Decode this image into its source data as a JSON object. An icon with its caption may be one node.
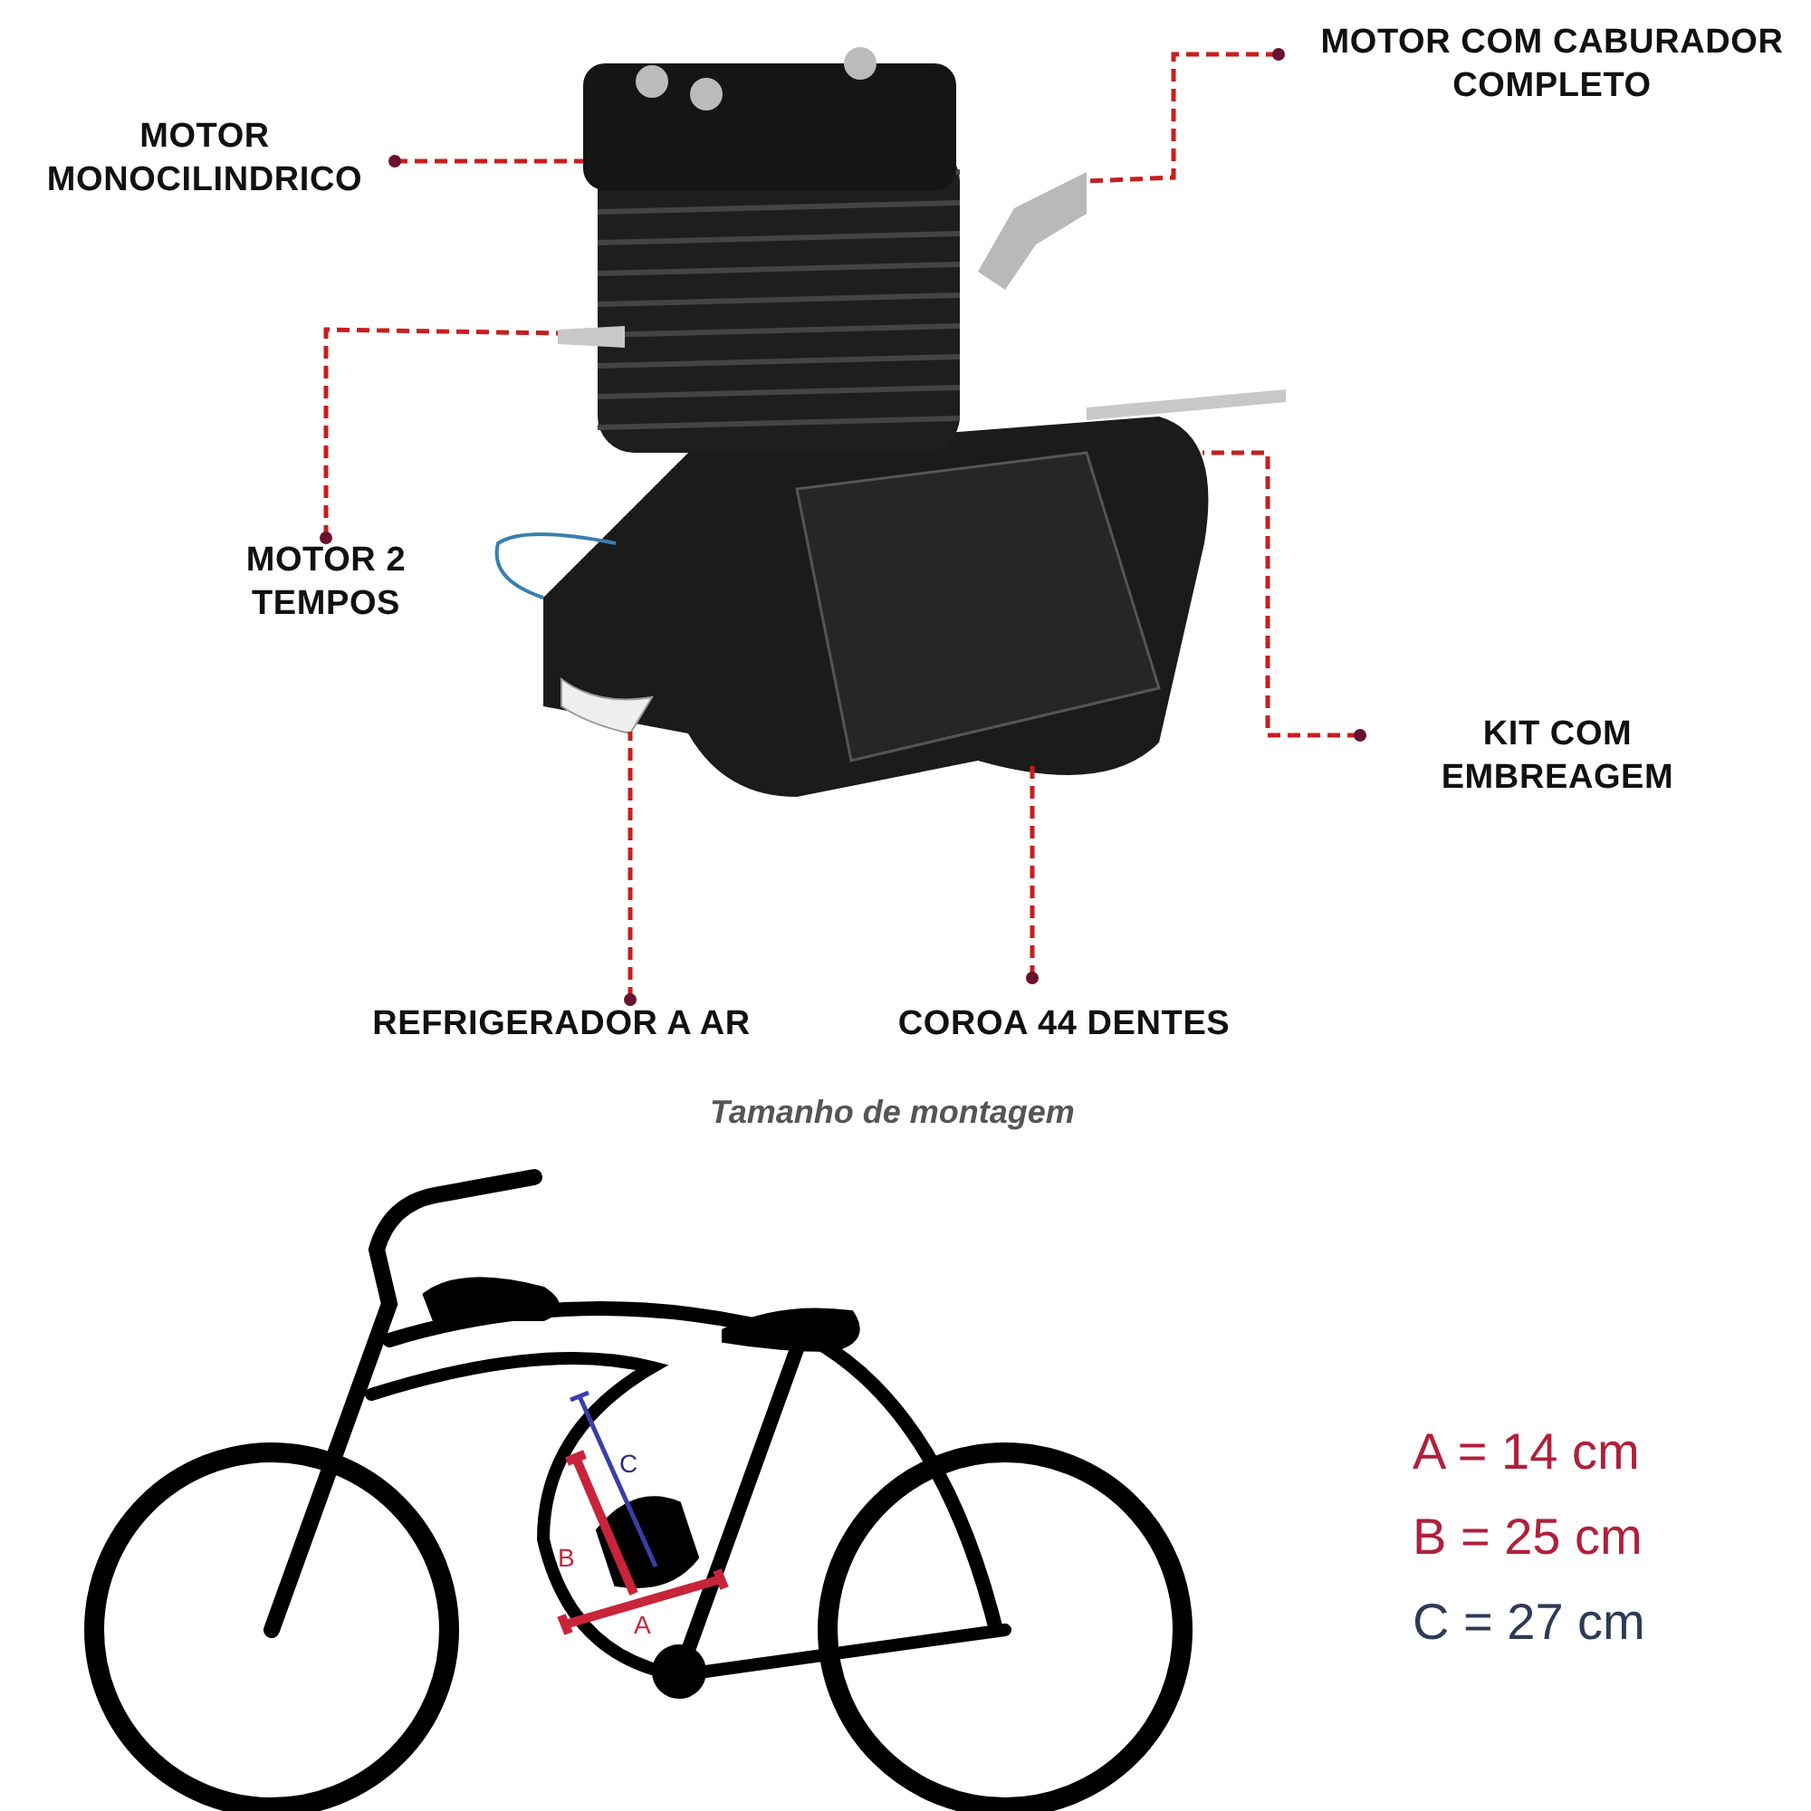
{
  "diagram": {
    "nodes": [
      {
        "text": [
          "MOTOR COM CABURADOR COMPLETO"
        ]
      },
      {
        "text": [
          "MOTOR MONOCILINDRICO"
        ]
      },
      {
        "text": [
          "MOTOR 2 TEMPOS"
        ]
      },
      {
        "text": [
          "KIT COM EMBREAGEM"
        ]
      },
      {
        "text": [
          "REFRIGERADOR A AR"
        ]
      },
      {
        "text": [
          "COROA 44 DENTES"
        ]
      }
    ],
    "edges": [
      {
        "from": 0,
        "to": null,
        "arrow": "other",
        "style": "dashed",
        "color": "#c81e1e"
      },
      {
        "from": 1,
        "to": null,
        "arrow": "other",
        "style": "dashed",
        "color": "#c81e1e"
      },
      {
        "from": 2,
        "to": null,
        "arrow": "other",
        "style": "dashed",
        "color": "#c81e1e"
      },
      {
        "from": 3,
        "to": null,
        "arrow": "other",
        "style": "dashed",
        "color": "#c81e1e"
      },
      {
        "from": 4,
        "to": null,
        "arrow": "other",
        "style": "dashed",
        "color": "#c81e1e"
      },
      {
        "from": 5,
        "to": null,
        "arrow": "other",
        "style": "dashed",
        "color": "#c81e1e"
      }
    ],
    "labels": [
      "Tamanho de montagem",
      "C",
      "B",
      "A",
      "A = 14 cm",
      "B = 25 cm",
      "C = 27 cm"
    ]
  }
}
